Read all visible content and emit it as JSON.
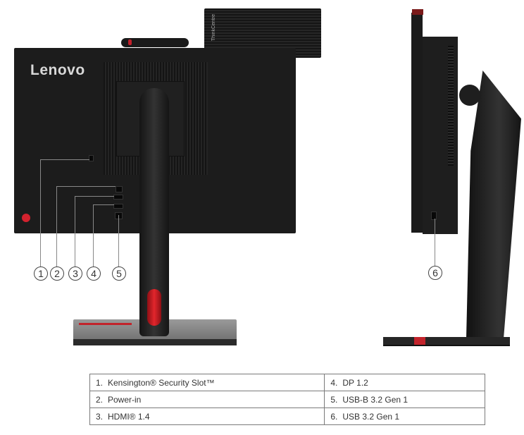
{
  "rear_view": {
    "brand_logo": "Lenovo",
    "tiny_pc_label": "ThinkCentre",
    "callouts": [
      "1",
      "2",
      "3",
      "4",
      "5"
    ]
  },
  "side_view": {
    "callouts": [
      "6"
    ]
  },
  "ports_table": {
    "rows": [
      [
        {
          "num": "1.",
          "label": "Kensington® Security Slot™"
        },
        {
          "num": "4.",
          "label": "DP 1.2"
        }
      ],
      [
        {
          "num": "2.",
          "label": "Power-in"
        },
        {
          "num": "5.",
          "label": "USB-B 3.2 Gen 1"
        }
      ],
      [
        {
          "num": "3.",
          "label": "HDMI® 1.4"
        },
        {
          "num": "6.",
          "label": "USB 3.2 Gen 1"
        }
      ]
    ]
  },
  "colors": {
    "accent_red": "#c2232b",
    "body_black": "#1c1c1c",
    "table_border": "#7a7a7a"
  }
}
